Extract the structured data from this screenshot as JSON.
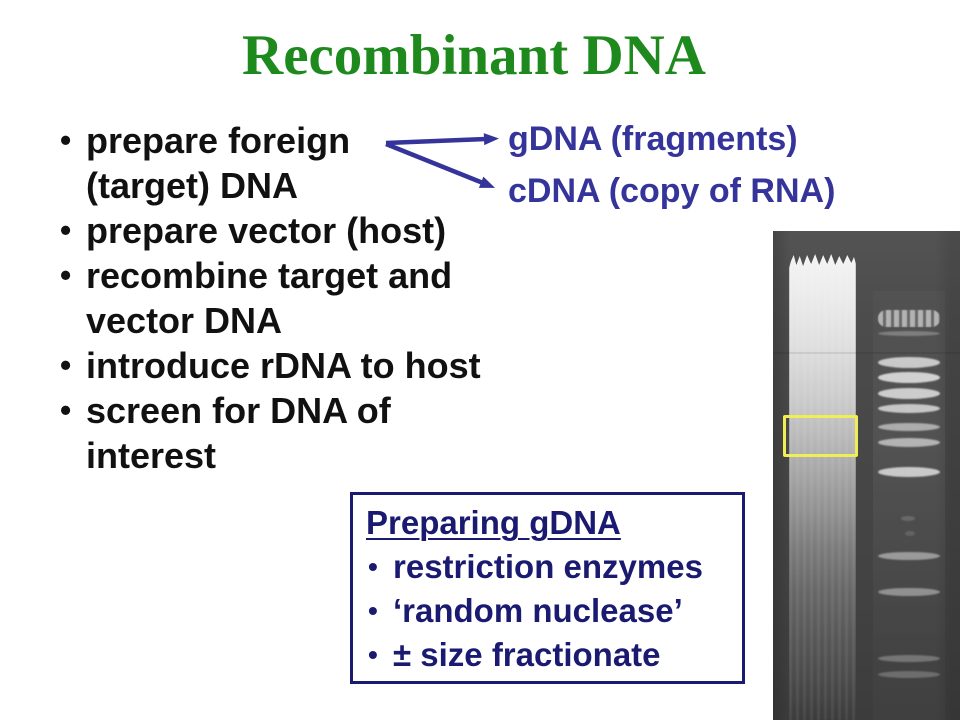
{
  "slide": {
    "title": "Recombinant DNA",
    "bullets": [
      [
        "prepare foreign",
        "(target) DNA"
      ],
      [
        "prepare vector (host)"
      ],
      [
        "recombine target and",
        "vector DNA"
      ],
      [
        "introduce rDNA to host"
      ],
      [
        "screen for DNA of",
        "interest"
      ]
    ],
    "dna_labels": {
      "gdna": "gDNA (fragments)",
      "cdna": "cDNA (copy of RNA)"
    },
    "callout_box": {
      "heading": "Preparing gDNA",
      "bullets": [
        "restriction enzymes",
        "‘random nuclease’",
        "± size fractionate"
      ]
    },
    "colors": {
      "title_green": "#1e8a1e",
      "body_black": "#111111",
      "label_blue": "#34349a",
      "box_navy": "#1a1a70",
      "highlight_yellow": "#f0ee55"
    },
    "gel_figure": {
      "description": "Agarose gel photo: genomic DNA smear lane (left) next to a size-marker ladder lane (right); yellow box marks the size-fractionation window on the smear",
      "bands": [
        {
          "t": 79,
          "h": 17,
          "o": 0.72,
          "wavy": true
        },
        {
          "t": 100,
          "h": 5,
          "o": 0.3
        },
        {
          "t": 126,
          "h": 11,
          "o": 0.8
        },
        {
          "t": 141,
          "h": 11,
          "o": 0.85
        },
        {
          "t": 157,
          "h": 11,
          "o": 0.82
        },
        {
          "t": 173,
          "h": 9,
          "o": 0.78
        },
        {
          "t": 192,
          "h": 8,
          "o": 0.6
        },
        {
          "t": 207,
          "h": 9,
          "o": 0.65
        },
        {
          "t": 236,
          "h": 10,
          "o": 0.8
        },
        {
          "t": 285,
          "h": 5,
          "o": 0.18,
          "w": 14,
          "x": 26
        },
        {
          "t": 300,
          "h": 5,
          "o": 0.15,
          "w": 10,
          "x": 30
        },
        {
          "t": 321,
          "h": 8,
          "o": 0.5
        },
        {
          "t": 357,
          "h": 8,
          "o": 0.45
        },
        {
          "t": 424,
          "h": 7,
          "o": 0.3
        },
        {
          "t": 440,
          "h": 7,
          "o": 0.26
        }
      ]
    }
  }
}
